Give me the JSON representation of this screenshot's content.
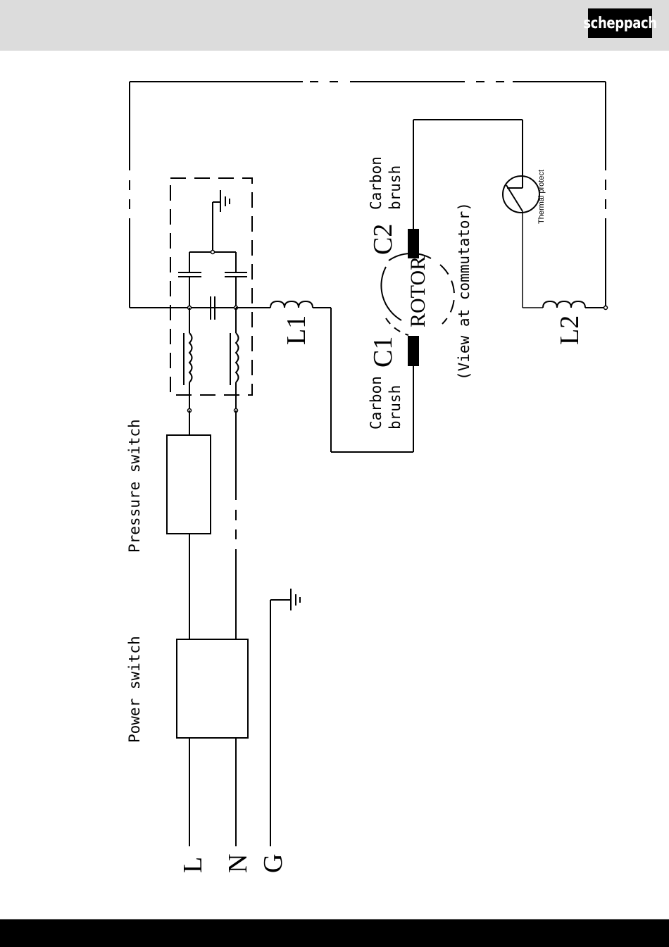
{
  "header": {
    "brand": "scheppach",
    "brand_color": "#000000",
    "header_bg": "#dcdcdc"
  },
  "diagram": {
    "type": "wiring-schematic",
    "terminals": {
      "live": "L",
      "neutral": "N",
      "ground": "G"
    },
    "labels": {
      "power_switch": "Power switch",
      "pressure_switch": "Pressure switch",
      "inductor_1": "L1",
      "inductor_2": "L2",
      "brush_c1": "C1",
      "brush_c2": "C2",
      "carbon_brush_1_line1": "Carbon",
      "carbon_brush_1_line2": "brush",
      "carbon_brush_2_line1": "Carbon",
      "carbon_brush_2_line2": "brush",
      "rotor": "ROTOR",
      "view_note": "(View at commutator)",
      "thermal_protect": "Thermal protect"
    }
  },
  "footer": {
    "bg": "#000000"
  }
}
